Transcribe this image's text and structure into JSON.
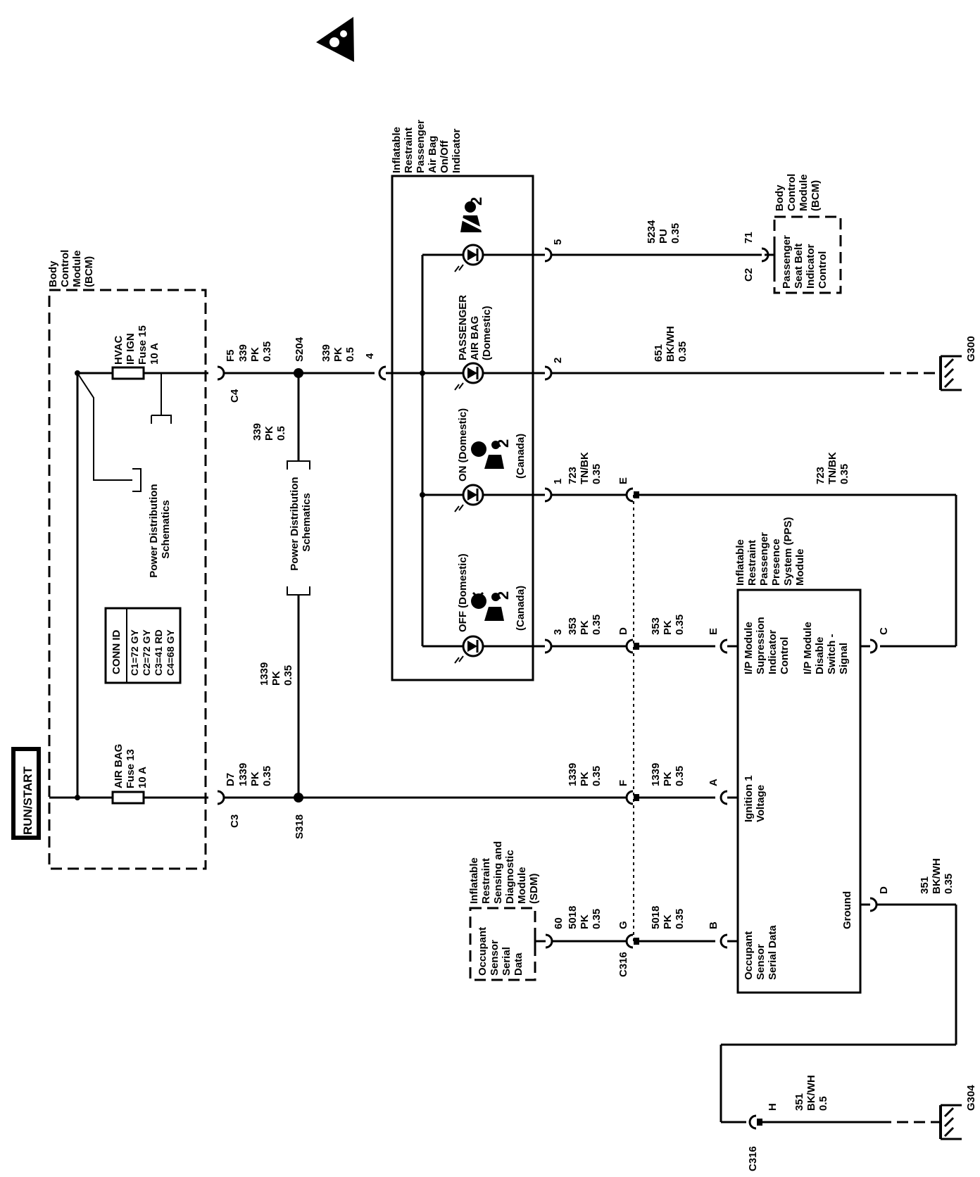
{
  "bcm": {
    "title": [
      "Body",
      "Control",
      "Module",
      "(BCM)"
    ],
    "hvac_fuse": [
      "HVAC",
      "IP IGN",
      "Fuse 15",
      "10 A"
    ],
    "airbag_fuse": [
      "AIR BAG",
      "Fuse 13",
      "10 A"
    ],
    "pd_schematics": [
      "Power Distribution",
      "Schematics"
    ],
    "conn_id": {
      "header": "CONN ID",
      "rows": [
        "C1=72 GY",
        "C2=72 GY",
        "C3=41 RD",
        "C4=68 GY"
      ]
    }
  },
  "run_start": "RUN/START",
  "pd_schematics_2": [
    "Power Distribution",
    "Schematics"
  ],
  "indicator": {
    "title": [
      "Inflatable",
      "Restraint",
      "Passenger",
      "Air Bag",
      "On/Off",
      "Indicator"
    ],
    "passenger_airbag": [
      "PASSENGER",
      "AIR BAG",
      "(Domestic)"
    ],
    "on": [
      "ON (Domestic)",
      "(Canada)"
    ],
    "off": [
      "OFF (Domestic)",
      "(Canada)"
    ],
    "symbol_number": "2"
  },
  "bcm2": {
    "title": [
      "Body",
      "Control",
      "Module",
      "(BCM)"
    ],
    "function": [
      "Passenger",
      "Seat Belt",
      "Indicator",
      "Control"
    ]
  },
  "pps": {
    "title": [
      "Inflatable",
      "Restraint",
      "Passenger",
      "Presence",
      "System (PPS)",
      "Module"
    ],
    "pin_e_label": [
      "I/P Module",
      "Supression",
      "Indicator",
      "Control"
    ],
    "pin_c_label": [
      "I/P Module",
      "Disable",
      "Switch -",
      "Signal"
    ],
    "pin_a_label": [
      "Ignition 1",
      "Voltage"
    ],
    "pin_b_label": [
      "Occupant",
      "Sensor",
      "Serial Data"
    ],
    "pin_d_label": "Ground"
  },
  "sdm": {
    "title": [
      "Inflatable",
      "Restraint",
      "Sensing and",
      "Diagnostic",
      "Module",
      "(SDM)"
    ],
    "function": [
      "Occupant",
      "Sensor",
      "Serial",
      "Data"
    ]
  },
  "connectors": {
    "c4": "C4",
    "c3": "C3",
    "c2": "C2",
    "c316": "C316",
    "c316b": "C316",
    "f5": "F5",
    "d7": "D7",
    "pin71": "71",
    "pin60": "60",
    "ind4": "4",
    "ind5": "5",
    "ind2": "2",
    "ind1": "1",
    "ind3": "3",
    "e": "E",
    "d": "D",
    "f": "F",
    "g": "G",
    "h": "H",
    "pps_e": "E",
    "pps_c": "C",
    "pps_a": "A",
    "pps_b": "B",
    "pps_d": "D"
  },
  "splices": {
    "s204": "S204",
    "s318": "S318"
  },
  "grounds": {
    "g300": "G300",
    "g304": "G304"
  },
  "wires": {
    "w339a": [
      "339",
      "PK",
      "0.35"
    ],
    "w339b": [
      "339",
      "PK",
      "0.5"
    ],
    "w339c": [
      "339",
      "PK",
      "0.5"
    ],
    "w1339a": [
      "1339",
      "PK",
      "0.35"
    ],
    "w1339b": [
      "1339",
      "PK",
      "0.35"
    ],
    "w1339c": [
      "1339",
      "PK",
      "0.35"
    ],
    "w1339d": [
      "1339",
      "PK",
      "0.35"
    ],
    "w5234": [
      "5234",
      "PU",
      "0.35"
    ],
    "w651": [
      "651",
      "BK/WH",
      "0.35"
    ],
    "w723a": [
      "723",
      "TN/BK",
      "0.35"
    ],
    "w723b": [
      "723",
      "TN/BK",
      "0.35"
    ],
    "w353a": [
      "353",
      "PK",
      "0.35"
    ],
    "w353b": [
      "353",
      "PK",
      "0.35"
    ],
    "w5018a": [
      "5018",
      "PK",
      "0.35"
    ],
    "w5018b": [
      "5018",
      "PK",
      "0.35"
    ],
    "w351a": [
      "351",
      "BK/WH",
      "0.35"
    ],
    "w351b": [
      "351",
      "BK/WH",
      "0.5"
    ]
  }
}
